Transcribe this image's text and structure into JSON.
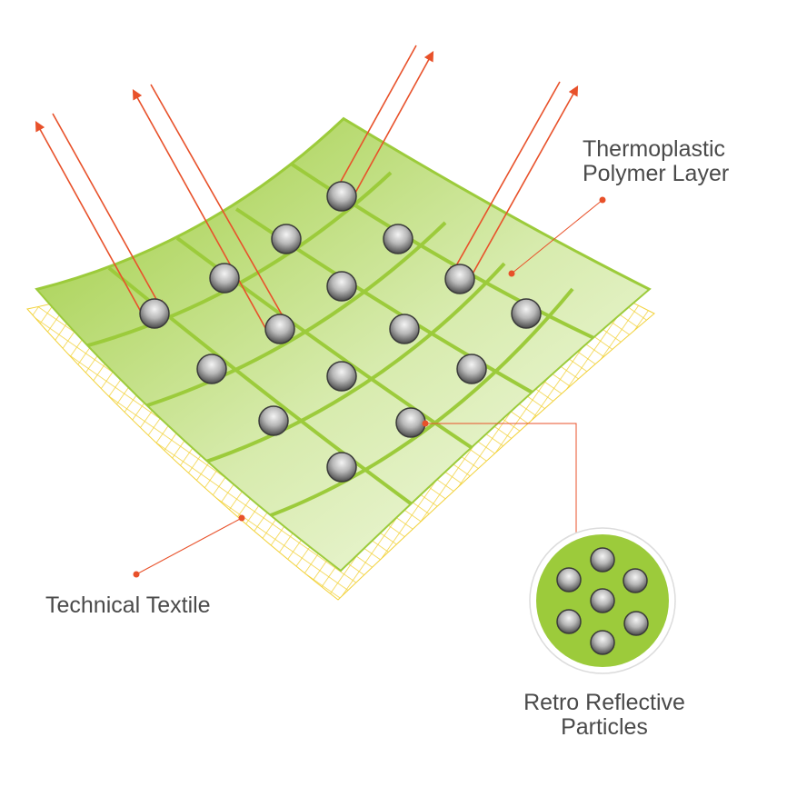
{
  "labels": {
    "thermoplastic_line1": "Thermoplastic",
    "thermoplastic_line2": "Polymer Layer",
    "technical_textile": "Technical Textile",
    "retro_line1": "Retro Reflective",
    "retro_line2": "Particles"
  },
  "colors": {
    "polymer_green": "#9ccb3b",
    "polymer_light": "#f6fbea",
    "textile_yellow": "#f2d23a",
    "arrow_red": "#e8512a",
    "bead_dark": "#3a3a3a",
    "bead_light": "#f0f0f0",
    "text": "#4a4a4a"
  },
  "icons": [
    "bead-icon",
    "arrow-icon",
    "mesh-pattern"
  ]
}
